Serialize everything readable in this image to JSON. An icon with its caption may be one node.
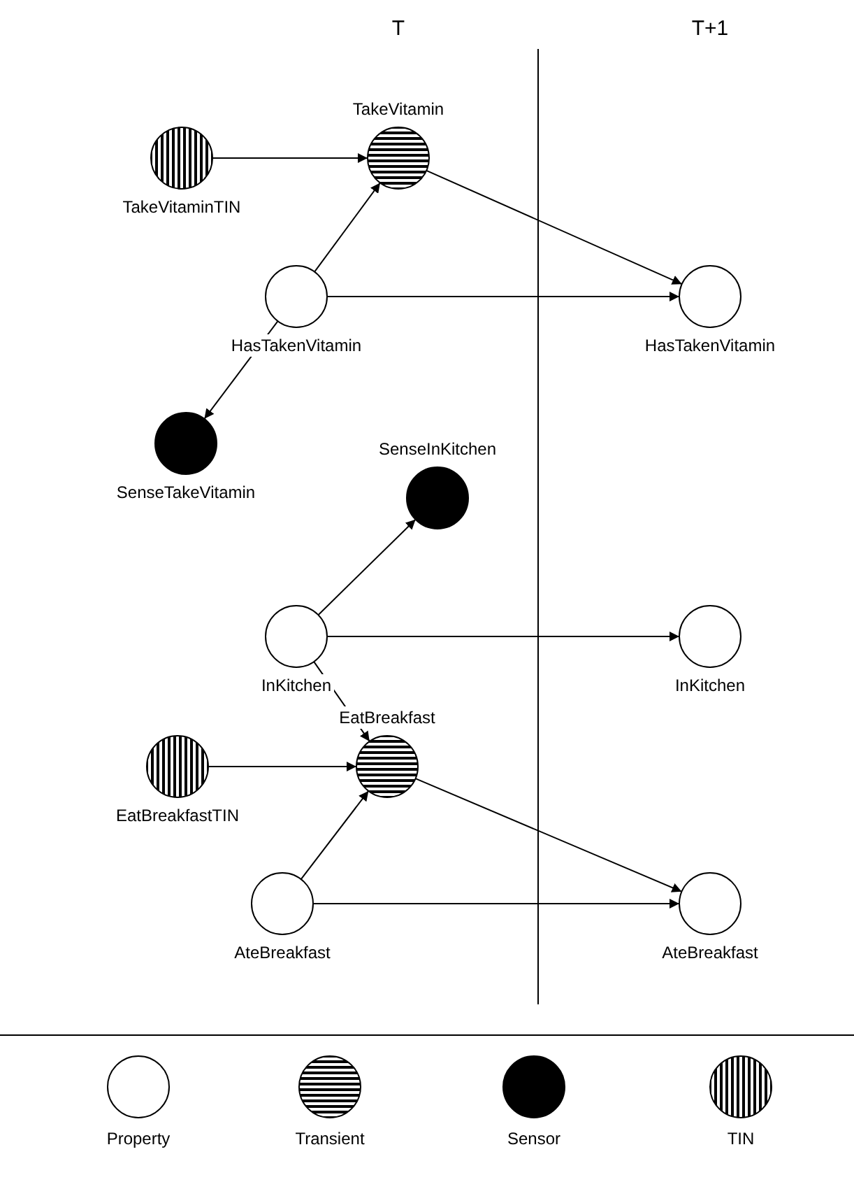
{
  "diagram": {
    "nodes": [
      {
        "text": [
          "TakeVitaminTIN"
        ]
      },
      {
        "text": [
          "TakeVitamin"
        ]
      },
      {
        "text": [
          "HasTakenVitamin"
        ]
      },
      {
        "text": [
          "HasTakenVitamin"
        ]
      },
      {
        "text": [
          "SenseTakeVitamin"
        ]
      },
      {
        "text": [
          "SenseInKitchen"
        ]
      },
      {
        "text": [
          "InKitchen"
        ]
      },
      {
        "text": [
          "InKitchen"
        ]
      },
      {
        "text": [
          "EatBreakfast"
        ]
      },
      {
        "text": [
          "EatBreakfastTIN"
        ]
      },
      {
        "text": [
          "AteBreakfast"
        ]
      },
      {
        "text": [
          "AteBreakfast"
        ]
      }
    ],
    "edges": [
      {
        "from": 0,
        "to": 1,
        "arrow": "to"
      },
      {
        "from": 2,
        "to": 1,
        "arrow": "to"
      },
      {
        "from": 1,
        "to": 3,
        "arrow": "to"
      },
      {
        "from": 2,
        "to": 3,
        "arrow": "to"
      },
      {
        "from": 2,
        "to": 4,
        "arrow": "to"
      },
      {
        "from": 6,
        "to": 5,
        "arrow": "to"
      },
      {
        "from": 6,
        "to": 7,
        "arrow": "to"
      },
      {
        "from": 6,
        "to": 8,
        "arrow": "to"
      },
      {
        "from": 9,
        "to": 8,
        "arrow": "to"
      },
      {
        "from": 10,
        "to": 8,
        "arrow": "to"
      },
      {
        "from": 8,
        "to": 11,
        "arrow": "to"
      },
      {
        "from": 10,
        "to": 11,
        "arrow": "to"
      }
    ],
    "labels": [
      "T",
      "T+1"
    ],
    "legend": [
      {
        "text": "Property"
      },
      {
        "text": "Transient"
      },
      {
        "text": "Sensor"
      },
      {
        "text": "TIN"
      }
    ]
  }
}
